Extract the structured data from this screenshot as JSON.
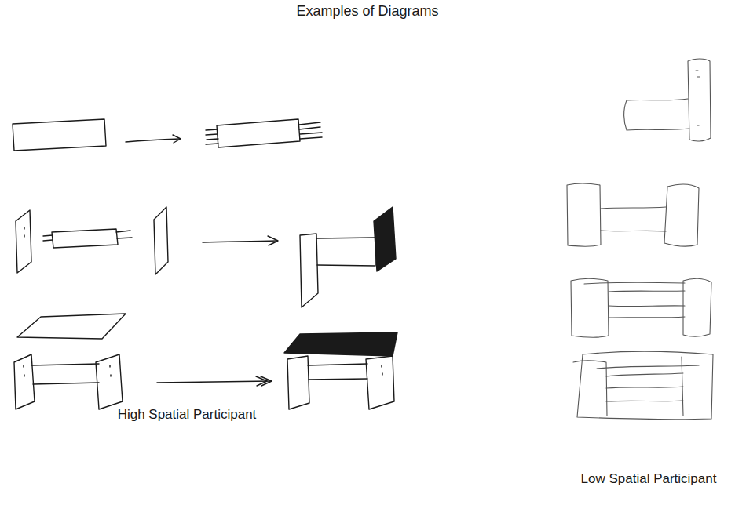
{
  "diagram": {
    "title": "Examples of Diagrams",
    "labels": [
      "High Spatial Participant",
      "Low Spatial Participant"
    ]
  }
}
